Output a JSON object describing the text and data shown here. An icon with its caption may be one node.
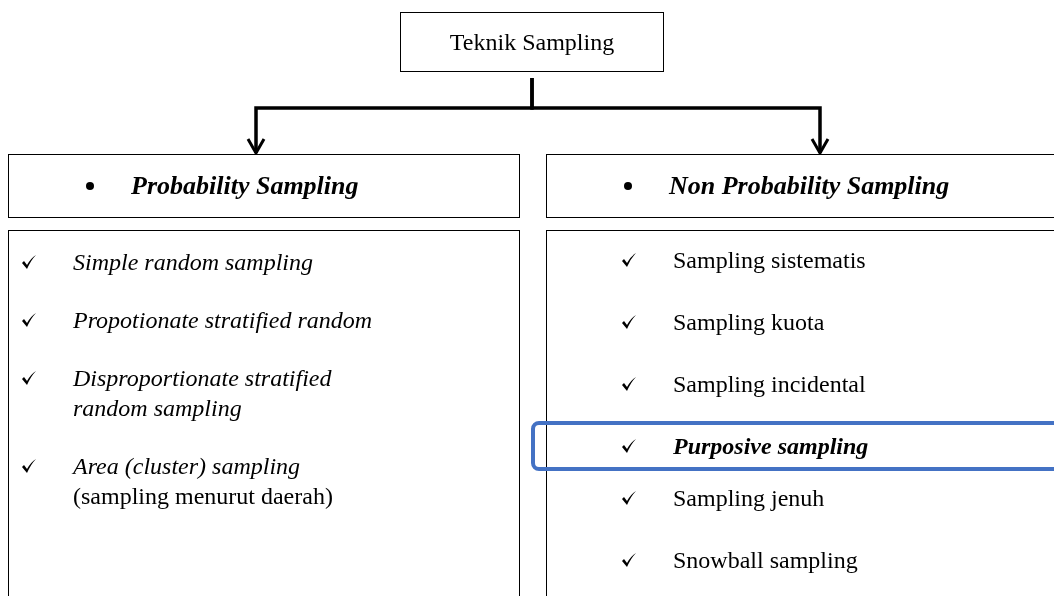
{
  "diagram": {
    "nodes": [
      {
        "text": [
          "Teknik Sampling"
        ]
      },
      {
        "text": [
          "Probability Sampling"
        ]
      },
      {
        "text": [
          "Non Probability Sampling"
        ]
      },
      {
        "text": [
          "Simple random sampling",
          "Propotionate stratified random",
          "Disproportionate stratified random sampling",
          "*Area (cluster) sampling* (sampling menurut daerah)"
        ]
      },
      {
        "text": [
          "Sampling sistematis",
          "Sampling kuota",
          "Sampling incidental",
          "Sampling jenuh",
          "Snowball sampling"
        ]
      },
      {
        "text": [
          "Purposive sampling"
        ],
        "in": 4
      }
    ],
    "edges": [
      {
        "from": 0,
        "to": 1,
        "arrow": "to"
      },
      {
        "from": 0,
        "to": 2,
        "arrow": "to"
      }
    ]
  }
}
